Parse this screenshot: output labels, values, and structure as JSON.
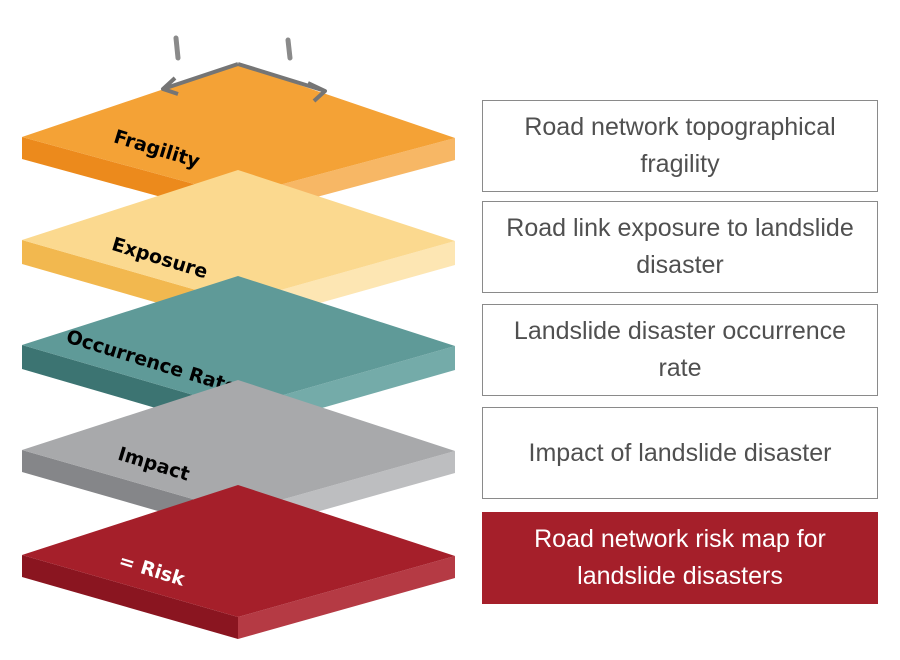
{
  "layers": [
    {
      "id": "fragility",
      "label": "Fragility",
      "colors": {
        "top": "#f4a236",
        "front": "#ec8a1c",
        "side": "#f7b765"
      },
      "label_color": "#000000"
    },
    {
      "id": "exposure",
      "label": "Exposure",
      "colors": {
        "top": "#fbd98f",
        "front": "#f2b84f",
        "side": "#fde6b3"
      },
      "label_color": "#000000"
    },
    {
      "id": "occurrence",
      "label": "Occurrence Rate",
      "colors": {
        "top": "#5f9a98",
        "front": "#3c7472",
        "side": "#74aba9"
      },
      "label_color": "#000000"
    },
    {
      "id": "impact",
      "label": "Impact",
      "colors": {
        "top": "#a8a9ab",
        "front": "#858689",
        "side": "#bdbec0"
      },
      "label_color": "#000000"
    },
    {
      "id": "risk",
      "label": "= Risk",
      "colors": {
        "top": "#a51f2a",
        "front": "#8a1520",
        "side": "#b53a44"
      },
      "label_color": "#ffffff"
    }
  ],
  "descriptions": [
    {
      "id": "fragility",
      "text": "Road network topographical fragility"
    },
    {
      "id": "exposure",
      "text": "Road link exposure to landslide disaster"
    },
    {
      "id": "occurrence",
      "text": "Landslide disaster occurrence rate"
    },
    {
      "id": "impact",
      "text": "Impact of landslide disaster"
    },
    {
      "id": "risk",
      "text": "Road network risk map for landslide disasters"
    }
  ],
  "colors": {
    "arrow": "#757575",
    "box_border": "#8a8a8a",
    "box_text": "#505050",
    "risk_fill": "#a51f2a"
  }
}
